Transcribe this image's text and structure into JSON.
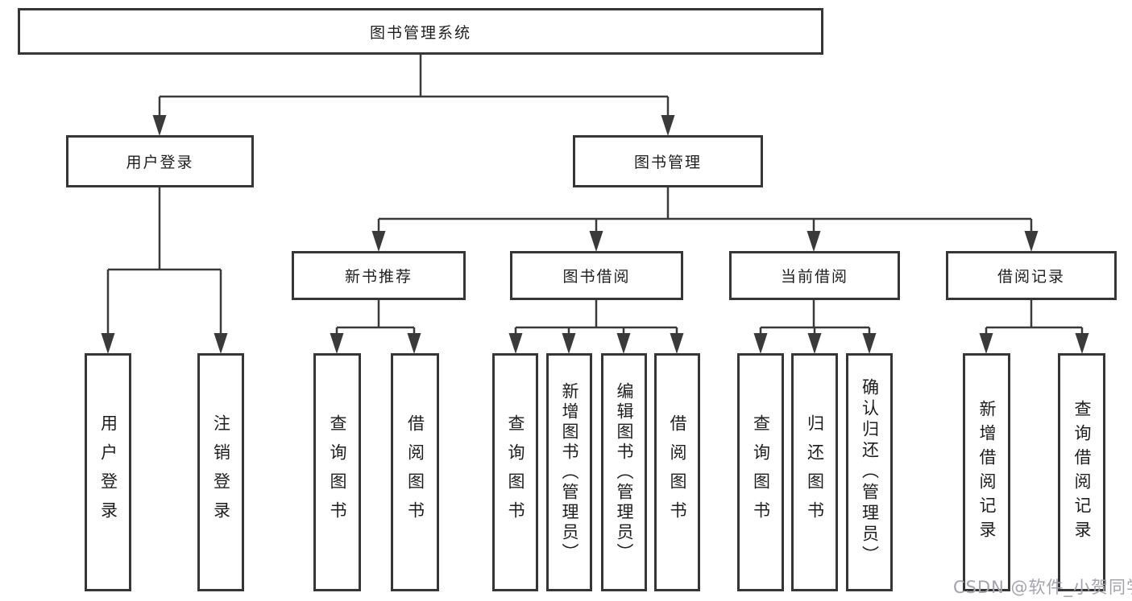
{
  "diagram": {
    "root": {
      "label": "图书管理系统"
    },
    "level2": [
      {
        "label": "用户登录"
      },
      {
        "label": "图书管理"
      }
    ],
    "level3": [
      {
        "label": "新书推荐"
      },
      {
        "label": "图书借阅"
      },
      {
        "label": "当前借阅"
      },
      {
        "label": "借阅记录"
      }
    ],
    "leaves": {
      "user_login": [
        {
          "label": "用户登录"
        },
        {
          "label": "注销登录"
        }
      ],
      "new_book": [
        {
          "label": "查询图书"
        },
        {
          "label": "借阅图书"
        }
      ],
      "book_borrow": [
        {
          "label": "查询图书"
        },
        {
          "label": "新增图书（管理员）"
        },
        {
          "label": "编辑图书（管理员）"
        },
        {
          "label": "借阅图书"
        }
      ],
      "current_borrow": [
        {
          "label": "查询图书"
        },
        {
          "label": "归还图书"
        },
        {
          "label": "确认归还（管理员）"
        }
      ],
      "borrow_record": [
        {
          "label": "新增借阅记录"
        },
        {
          "label": "查询借阅记录"
        }
      ]
    },
    "colors": {
      "line": "#3a3a3a",
      "border": "#363636",
      "text": "#1e1e1e",
      "background": "#ffffff",
      "watermark": "#a3a3ab"
    },
    "watermark": "CSDN @软件_小贺同学"
  }
}
